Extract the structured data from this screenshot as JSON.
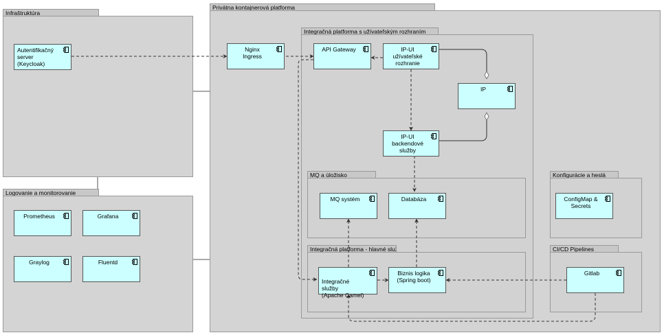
{
  "packages": {
    "infra": "Infraštruktúra",
    "logging": "Logovanie a monitorovanie",
    "private": "Privátna kontajnerová platforma",
    "ui_platform": "Integračná platforma s užívateľským rozhraním",
    "mq_storage": "MQ a úložisko",
    "core_services": "Integračná platforma - hlavné služby",
    "config": "Konfigurácie a heslá",
    "cicd": "CI/CD Pipelines"
  },
  "components": {
    "keycloak": "Autentifikačný\nserver\n(Keycloak)",
    "prometheus": "Prometheus",
    "grafana": "Grafana",
    "graylog": "Graylog",
    "fluentd": "Fluentd",
    "nginx": "Nginx\nIngress",
    "api_gateway": "API Gateway",
    "ipui": "IP-UI\nužívateľské\nrozhranie",
    "ip": "IP",
    "ipui_backend": "IP-UI\nbackendové\nslužby",
    "mq": "MQ systém",
    "db": "Databáza",
    "integration": "Integračné služby\n(Apache Camel)",
    "business": "Biznis logika\n(Spring boot)",
    "configmap": "ConfigMap &\nSecrets",
    "gitlab": "Gitlab"
  },
  "icons": {
    "component": "component-icon",
    "aggregation": "diamond-icon",
    "arrow": "arrowhead-icon"
  },
  "colors": {
    "component_fill": "#ccffff",
    "package_fill": "#d4d4d4",
    "tab_fill": "#c8c8c8",
    "line": "#333333"
  }
}
